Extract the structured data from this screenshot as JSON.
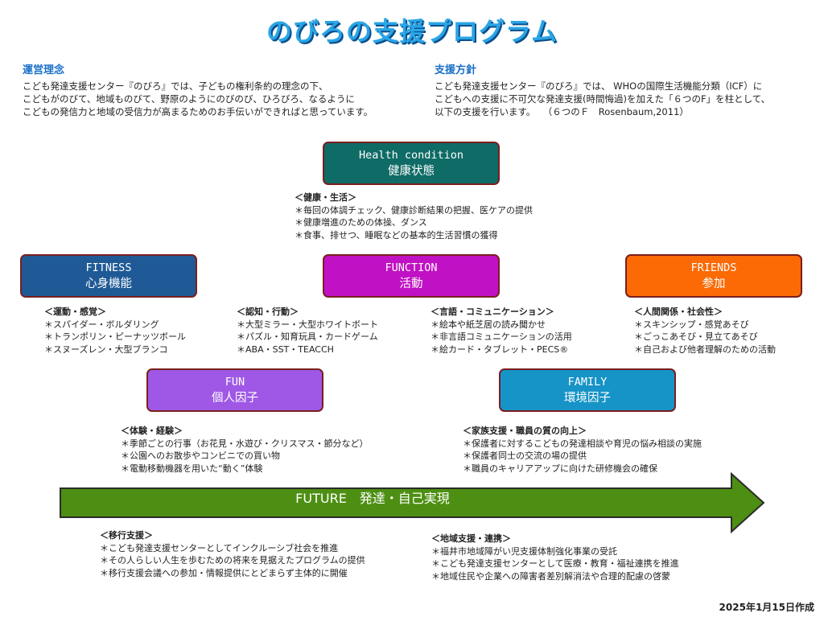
{
  "title": "のびろの支援プログラム",
  "policies": {
    "philosophy": {
      "heading": "運営理念",
      "lines": [
        "こども発達支援センター『のびろ』では、子どもの権利条約の理念の下、",
        "こどもがのびて、地域ものびて、野原のようにのびのび、ひろびろ、なるように",
        "こどもの発信力と地域の受信力が高まるためのお手伝いができればと思っています。"
      ]
    },
    "policy": {
      "heading": "支援方針",
      "lines": [
        "こども発達支援センター『のびろ』では、 WHOの国際生活機能分類（ICF）に",
        "こどもへの支援に不可欠な発達支援(時間悔過)を加えた「６つのF」を柱として、",
        "以下の支援を行います。　 （６つのＦ　Rosenbaum,2011）"
      ]
    }
  },
  "colors": {
    "health": "#0f6b66",
    "fitness": "#1f5a96",
    "function": "#c111c4",
    "friends": "#fb6a05",
    "fun": "#9f58e6",
    "family": "#1693c7",
    "arrow": "#4d8f12"
  },
  "boxes": {
    "health": {
      "en": "Health condition",
      "jp": "健康状態"
    },
    "fitness": {
      "en": "FITNESS",
      "jp": "心身機能"
    },
    "function": {
      "en": "FUNCTION",
      "jp": "活動"
    },
    "friends": {
      "en": "FRIENDS",
      "jp": "参加"
    },
    "fun": {
      "en": "FUN",
      "jp": "個人因子"
    },
    "family": {
      "en": "FAMILY",
      "jp": "環境因子"
    }
  },
  "lists": {
    "health": {
      "heading": "＜健康・生活＞",
      "items": [
        "＊毎回の体調チェック、健康診断結果の把握、医ケアの提供",
        "＊健康増進のための体操、ダンス",
        "＊食事、排せつ、睡眠などの基本的生活習慣の獲得"
      ]
    },
    "fitness": {
      "heading": "＜運動・感覚＞",
      "items": [
        "＊スパイダー・ボルダリング",
        "＊トランポリン・ピーナッツボール",
        "＊スヌーズレン・大型ブランコ"
      ]
    },
    "cognition": {
      "heading": "＜認知・行動＞",
      "items": [
        "＊大型ミラー・大型ホワイトボート",
        "＊パズル・知育玩具・カードゲーム",
        "＊ABA・SST・TEACCH"
      ]
    },
    "language": {
      "heading": "＜言語・コミュニケーション＞",
      "items": [
        "＊絵本や紙芝居の読み聞かせ",
        "＊非言語コミュニケーションの活用",
        "＊絵カード・タブレット・PECS®"
      ]
    },
    "friends": {
      "heading": "＜人間関係・社会性＞",
      "items": [
        "＊スキンシップ・感覚あそび",
        "＊ごっこあそび・見立てあそび",
        "＊自己および他者理解のための活動"
      ]
    },
    "fun": {
      "heading": "＜体験・経験＞",
      "items": [
        "＊季節ごとの行事（お花見・水遊び・クリスマス・節分など）",
        "＊公園へのお散歩やコンビニでの買い物",
        "＊電動移動機器を用いた“動く”体験"
      ]
    },
    "family": {
      "heading": "＜家族支援・職員の質の向上＞",
      "items": [
        "＊保護者に対するこどもの発達相談や育児の悩み相談の実施",
        "＊保護者同士の交流の場の提供",
        "＊職員のキャリアアップに向けた研修機会の確保"
      ]
    },
    "transition": {
      "heading": "＜移行支援＞",
      "items": [
        "＊こども発達支援センターとしてインクルーシブ社会を推進",
        "＊その人らしい人生を歩むための将来を見据えたプログラムの提供",
        "＊移行支援会議への参加・情報提供にとどまらず主体的に開催"
      ]
    },
    "community": {
      "heading": "＜地域支援・連携＞",
      "items": [
        "＊福井市地域障がい児支援体制強化事業の受託",
        "＊こども発達支援センターとして医療・教育・福祉連携を推進",
        "＊地域住民や企業への障害者差別解消法や合理的配慮の啓蒙"
      ]
    }
  },
  "future": {
    "label": "FUTURE　発達・自己実現"
  },
  "date": "2025年1月15日作成"
}
